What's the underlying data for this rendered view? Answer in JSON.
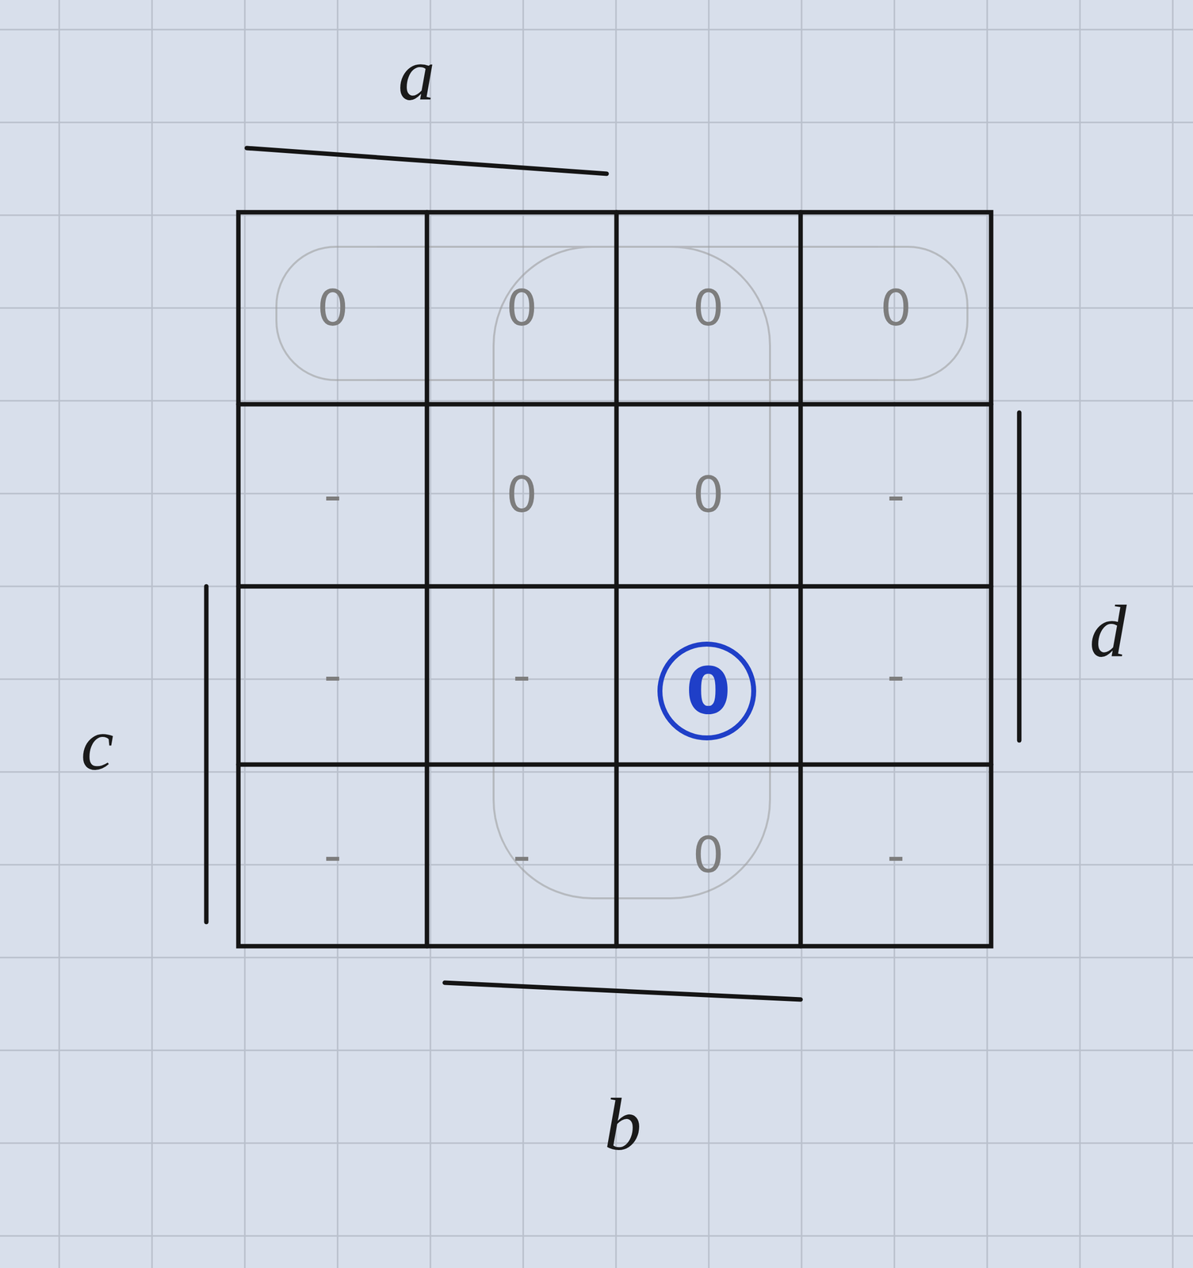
{
  "diagram": {
    "labels": [
      "a",
      "d",
      "c",
      "b",
      "0",
      "0",
      "0",
      "0",
      "-",
      "0",
      "0",
      "-",
      "-",
      "-",
      "0",
      "-",
      "-",
      "-",
      "0",
      "-"
    ]
  }
}
